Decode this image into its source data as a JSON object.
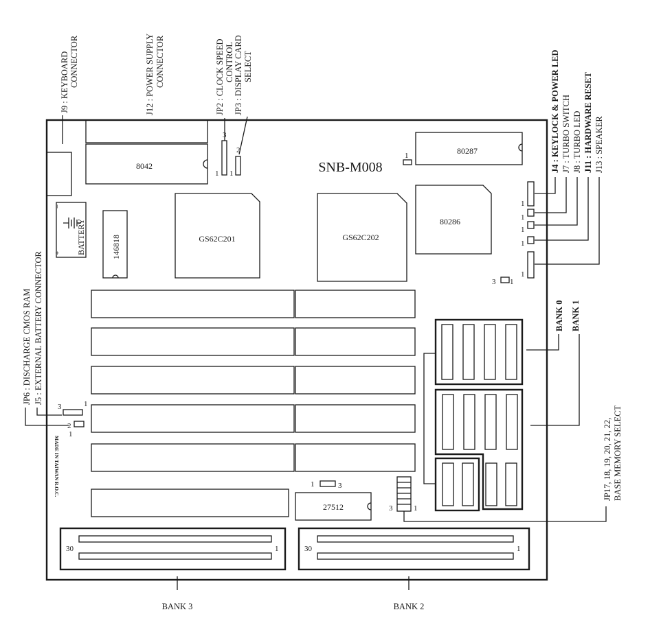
{
  "board": {
    "model": "SNB-M008",
    "made_in": "MADE IN TAIWAN R.O.C."
  },
  "top_labels": {
    "j9": "J9  : KEYBOARD",
    "j9_2": "CONNECTOR",
    "j12": "J12 : POWER SUPPLY",
    "j12_2": "CONNECTOR",
    "jp2": "JP2 : CLOCK SPEED",
    "jp2_2": "CONTROL",
    "jp3": "JP3 : DISPLAY CARD",
    "jp3_2": "SELECT"
  },
  "right_labels": {
    "j4": "J4  : KEYLOCK & POWER LED",
    "j7": "J7  : TURBO SWITCH",
    "j8": "J8  : TURBO LED",
    "j11": "J11 : HARDWARE RESET",
    "j13": "J13 : SPEAKER",
    "bank0": "BANK 0",
    "bank1": "BANK 1",
    "jp17": "JP17, 18, 19, 20, 21, 22,",
    "jp17_2": "BASE MEMORY SELECT"
  },
  "left_labels": {
    "jp6": "JP6 : DISCHARGE CMOS RAM",
    "j5": "J5   : EXTERNAL BATTERY CONNECTOR"
  },
  "bottom_labels": {
    "bank3": "BANK 3",
    "bank2": "BANK 2"
  },
  "chips": {
    "c8042": "8042",
    "c80287": "80287",
    "gs201": "GS62C201",
    "gs202": "GS62C202",
    "c80286": "80286",
    "c146818": "146818",
    "c27512": "27512",
    "battery": "BATTERY",
    "plus": "+",
    "minus": "−"
  },
  "pins": {
    "one": "1",
    "two": "2",
    "three": "3",
    "thirty": "30"
  }
}
